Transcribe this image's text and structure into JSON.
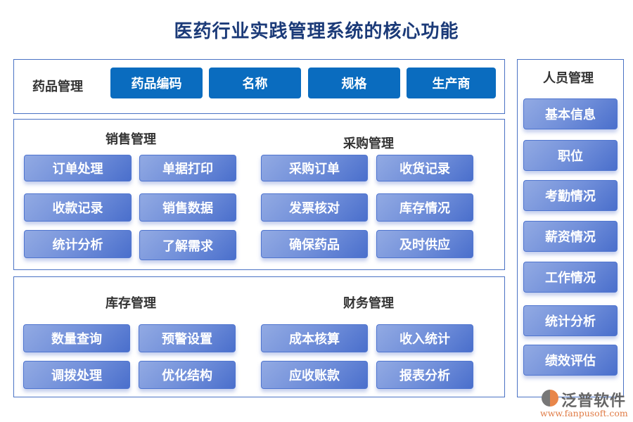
{
  "title": "医药行业实践管理系统的核心功能",
  "drug_mgmt": {
    "label": "药品管理",
    "items": [
      "药品编码",
      "名称",
      "规格",
      "生产商"
    ]
  },
  "sales": {
    "label": "销售管理",
    "items": [
      "订单处理",
      "单据打印",
      "收款记录",
      "销售数据",
      "统计分析",
      "了解需求"
    ]
  },
  "purchase": {
    "label": "采购管理",
    "items": [
      "采购订单",
      "收货记录",
      "发票核对",
      "库存情况",
      "确保药品",
      "及时供应"
    ]
  },
  "inventory": {
    "label": "库存管理",
    "items": [
      "数量查询",
      "预警设置",
      "调拨处理",
      "优化结构"
    ]
  },
  "finance": {
    "label": "财务管理",
    "items": [
      "成本核算",
      "收入统计",
      "应收账款",
      "报表分析"
    ]
  },
  "hr": {
    "label": "人员管理",
    "items": [
      "基本信息",
      "职位",
      "考勤情况",
      "薪资情况",
      "工作情况",
      "统计分析",
      "绩效评估"
    ]
  },
  "watermark": {
    "name": "泛普软件",
    "url": "www.fanpusoft.com"
  },
  "colors": {
    "primary_button": "#0a6cbf",
    "card_gradient_start": "#92aae3",
    "card_gradient_end": "#4a6fcc",
    "border": "#4a72c4",
    "title": "#1b3a78"
  }
}
